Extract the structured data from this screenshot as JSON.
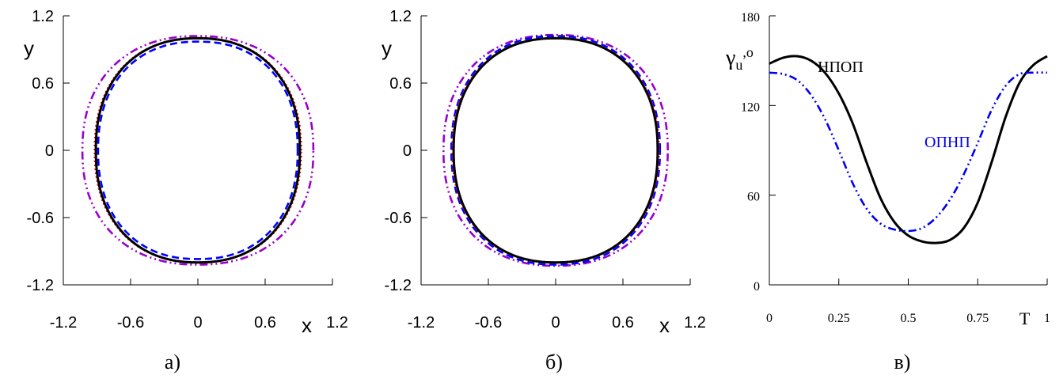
{
  "chart_data": [
    {
      "panel": "a)",
      "type": "line",
      "xlabel": "x",
      "ylabel": "y",
      "xlim": [
        -1.2,
        1.2
      ],
      "ylim": [
        -1.2,
        1.2
      ],
      "xticks": [
        "-1.2",
        "-0.6",
        "0",
        "0.6",
        "1.2"
      ],
      "yticks": [
        "1.2",
        "0.6",
        "0",
        "-0.6",
        "-1.2"
      ],
      "series": [
        {
          "style": "dash-dot-dot",
          "color": "#9900cc",
          "rx": 1.03,
          "ry": 1.02
        },
        {
          "style": "dashed",
          "color": "#0000ff",
          "rx": 0.89,
          "ry": 0.97
        },
        {
          "style": "dotted",
          "color": "#ff0000",
          "rx": 0.92,
          "ry": 1.0
        },
        {
          "style": "solid",
          "color": "#000000",
          "rx": 0.91,
          "ry": 1.0
        }
      ]
    },
    {
      "panel": "б)",
      "type": "line",
      "xlabel": "x",
      "ylabel": "y",
      "xlim": [
        -1.2,
        1.2
      ],
      "ylim": [
        -1.2,
        1.2
      ],
      "xticks": [
        "-1.2",
        "-0.6",
        "0",
        "0.6",
        "1.2"
      ],
      "yticks": [
        "1.2",
        "0.6",
        "0",
        "-0.6",
        "-1.2"
      ],
      "series": [
        {
          "style": "dash-dot-dot",
          "color": "#9900cc",
          "rx": 1.0,
          "ry": 1.03
        },
        {
          "style": "dashed",
          "color": "#0000ff",
          "rx": 0.93,
          "ry": 1.02
        },
        {
          "style": "dotted",
          "color": "#ff0000",
          "rx": 0.92,
          "ry": 1.0
        },
        {
          "style": "solid",
          "color": "#000000",
          "rx": 0.91,
          "ry": 1.0
        }
      ]
    },
    {
      "panel": "в)",
      "type": "line",
      "xlabel": "T",
      "ylabel": "γu,o",
      "ylabel_main": "γ",
      "ylabel_sub": "u",
      "ylabel_sup": ",o",
      "xlim": [
        0,
        1
      ],
      "ylim": [
        0,
        180
      ],
      "xticks": [
        "0",
        "0.25",
        "0.5",
        "0.75",
        "1"
      ],
      "yticks": [
        "180",
        "120",
        "60",
        "0"
      ],
      "series": [
        {
          "name": "НПОП",
          "style": "solid",
          "color": "#000000",
          "x": [
            0,
            0.05,
            0.1,
            0.15,
            0.2,
            0.25,
            0.3,
            0.35,
            0.4,
            0.45,
            0.5,
            0.55,
            0.6,
            0.65,
            0.7,
            0.75,
            0.8,
            0.85,
            0.9,
            0.95,
            1.0
          ],
          "y": [
            148,
            152,
            153,
            150,
            142,
            128,
            108,
            82,
            58,
            42,
            33,
            29,
            28,
            30,
            38,
            55,
            82,
            112,
            135,
            147,
            153
          ]
        },
        {
          "name": "ОПНП",
          "style": "dash-dot-dot",
          "color": "#0000ee",
          "x": [
            0,
            0.05,
            0.1,
            0.15,
            0.2,
            0.25,
            0.3,
            0.35,
            0.4,
            0.45,
            0.5,
            0.55,
            0.6,
            0.65,
            0.7,
            0.75,
            0.8,
            0.85,
            0.9,
            0.95,
            1.0
          ],
          "y": [
            142,
            141,
            137,
            127,
            111,
            90,
            68,
            51,
            41,
            37,
            36,
            38,
            45,
            57,
            74,
            95,
            117,
            133,
            141,
            142,
            142
          ]
        }
      ]
    }
  ]
}
